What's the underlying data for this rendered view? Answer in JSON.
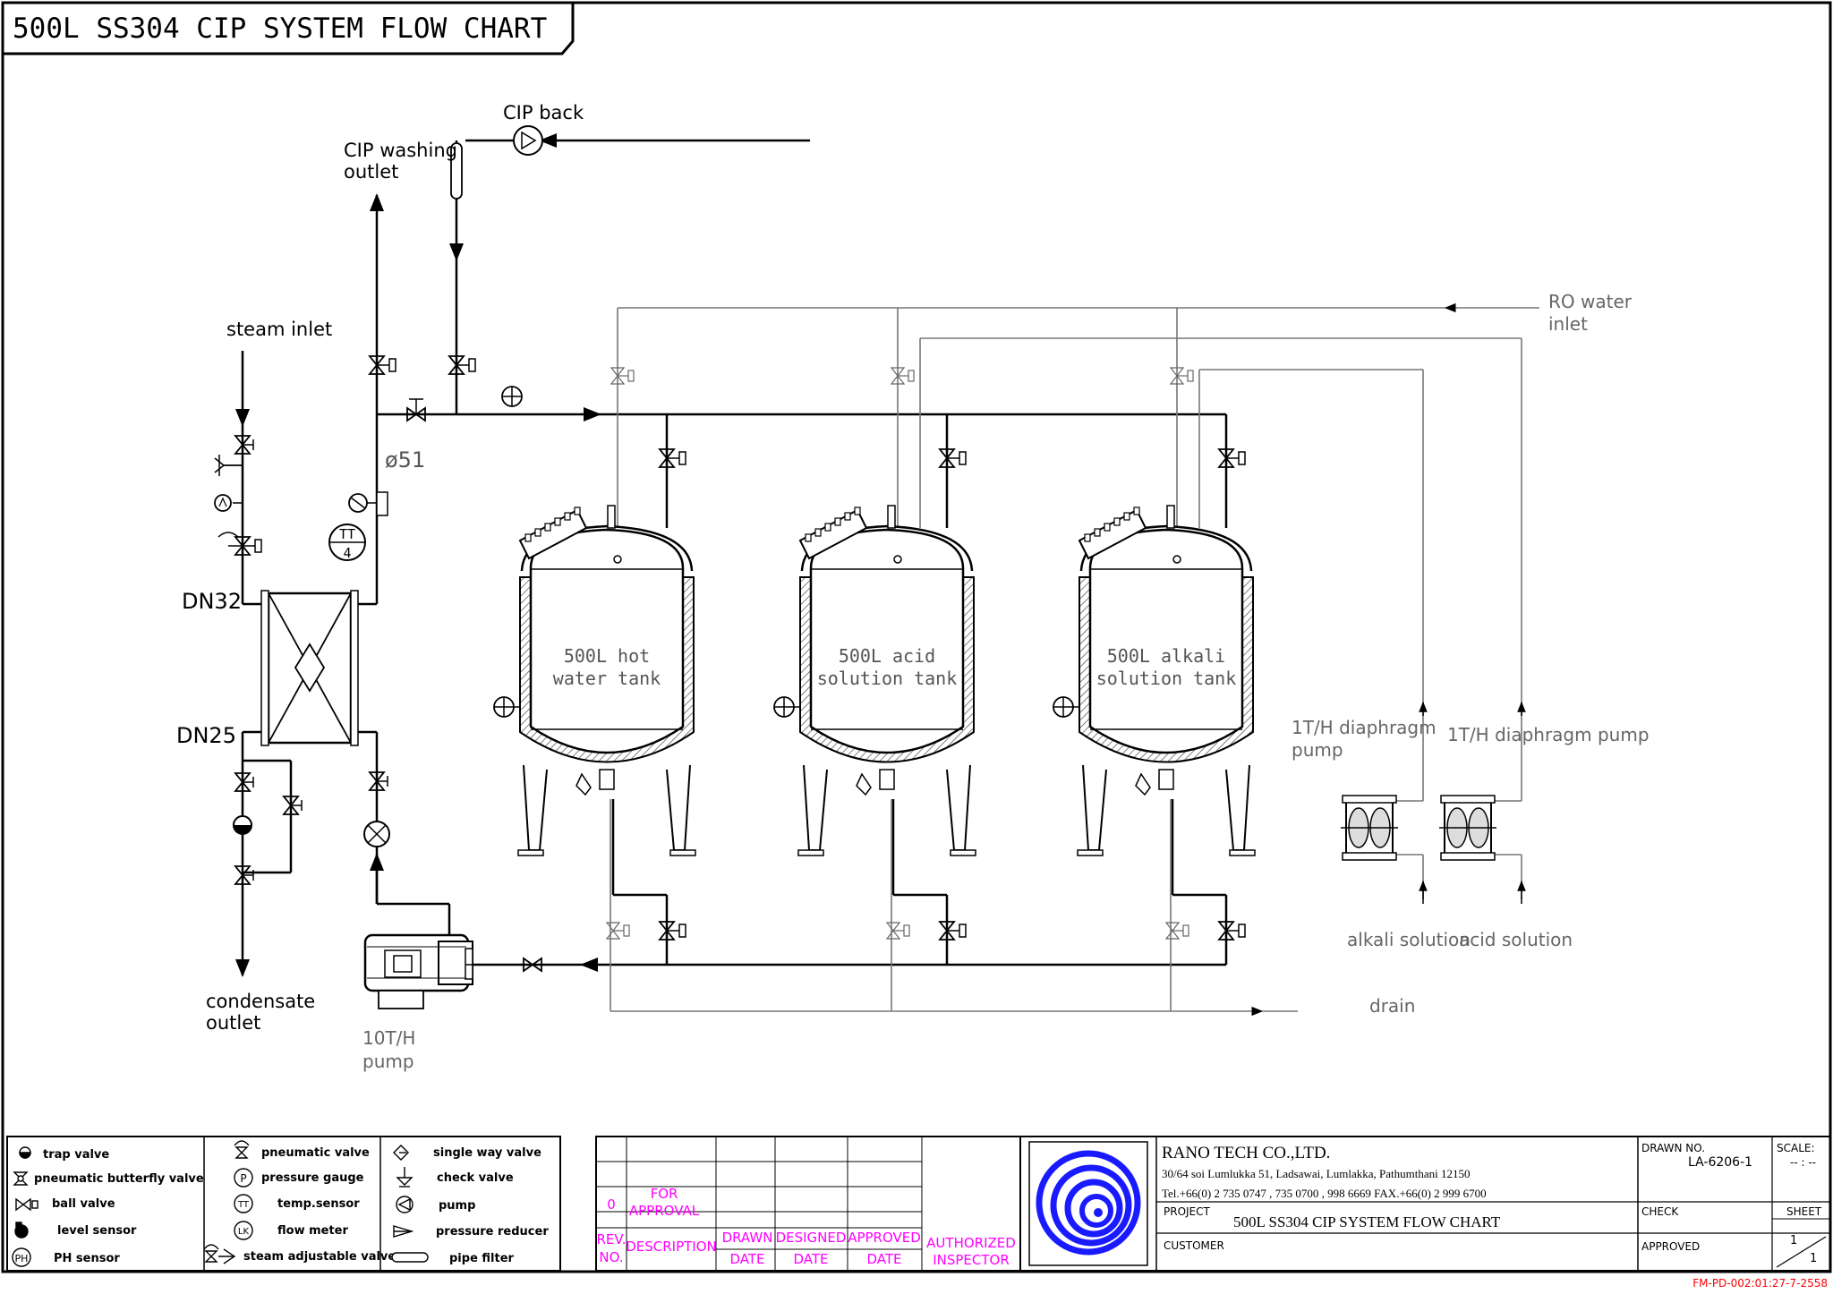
{
  "title": "500L SS304 CIP SYSTEM FLOW CHART",
  "labels": {
    "cip_back": "CIP back",
    "cip_washing_outlet_1": "CIP washing",
    "cip_washing_outlet_2": "outlet",
    "steam_inlet": "steam inlet",
    "dn32": "DN32",
    "dn25": "DN25",
    "phi51": "ø51",
    "condensate_1": "condensate",
    "condensate_2": "outlet",
    "pump10_1": "10T/H",
    "pump10_2": "pump",
    "ro_1": "RO water",
    "ro_2": "inlet",
    "dia1_1": "1T/H diaphragm",
    "dia1_2": "pump",
    "dia2": "1T/H diaphragm pump",
    "alkali_solution": "alkali solution",
    "acid_solution": "acid solution",
    "drain": "drain",
    "tt_text": "TT",
    "tt_num": "4"
  },
  "tanks": [
    {
      "line1": "500L hot",
      "line2": "water tank"
    },
    {
      "line1": "500L acid",
      "line2": "solution tank"
    },
    {
      "line1": "500L alkali",
      "line2": "solution tank"
    }
  ],
  "legend": {
    "col1": [
      "trap valve",
      "pneumatic butterfly valve",
      "ball valve",
      "level sensor",
      "PH sensor"
    ],
    "col2": [
      "pneumatic valve",
      "pressure gauge",
      "temp.sensor",
      "flow meter",
      "steam adjustable valve"
    ],
    "col3": [
      "single way valve",
      "check valve",
      "pump",
      "pressure reducer",
      "pipe filter"
    ],
    "sym_p": "P",
    "sym_tt": "TT",
    "sym_lk": "LK",
    "sym_ph": "PH"
  },
  "revision": {
    "rev_no": "0",
    "for_approval_1": "FOR",
    "for_approval_2": "APPROVAL",
    "rev_1": "REV.",
    "rev_2": "NO.",
    "description": "DESCRIPTION",
    "drawn_1": "DRAWN",
    "drawn_2": "DATE",
    "designed_1": "DESIGNED",
    "designed_2": "DATE",
    "approved_1": "APPROVED",
    "approved_2": "DATE",
    "authorized_1": "AUTHORIZED",
    "authorized_2": "INSPECTOR"
  },
  "title_block": {
    "company": "RANO TECH CO.,LTD.",
    "address": "30/64 soi Lumlukka 51, Ladsawai, Lumlakka, Pathumthani 12150",
    "tel": "Tel.+66(0) 2 735 0747 , 735 0700 , 998 6669 FAX.+66(0) 2 999 6700",
    "project_label": "PROJECT",
    "project": "500L SS304 CIP SYSTEM FLOW CHART",
    "customer_label": "CUSTOMER",
    "drawn_no_label": "DRAWN NO.",
    "drawn_no": "LA-6206-1",
    "scale_label": "SCALE:",
    "scale": "-- : --",
    "check_label": "CHECK",
    "sheet_label": "SHEET",
    "approved_label": "APPROVED",
    "sheet_num": "1",
    "sheet_total": "1",
    "form_no": "FM-PD-002:01:27-7-2558"
  },
  "colors": {
    "line": "#000000",
    "thin": "#777777",
    "magenta": "#ff00ff",
    "logo_blue": "#1a1aff",
    "form_red": "#ff0000"
  }
}
